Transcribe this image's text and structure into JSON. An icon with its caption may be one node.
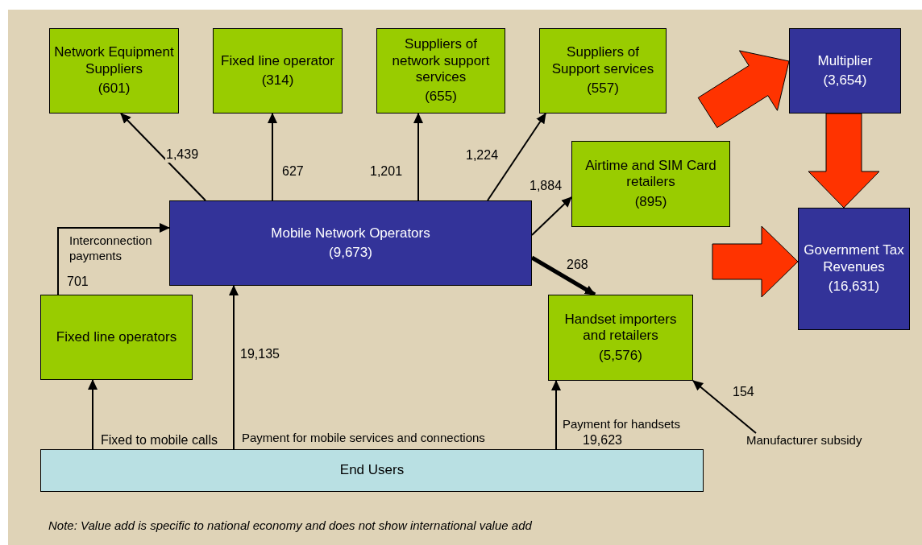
{
  "diagram": {
    "nodes": [
      {
        "text": [
          "Network Equipment Suppliers",
          "(601)"
        ]
      },
      {
        "text": [
          "Fixed line operator",
          "(314)"
        ]
      },
      {
        "text": [
          "Suppliers of network support services",
          "(655)"
        ]
      },
      {
        "text": [
          "Suppliers of Support services",
          "(557)"
        ]
      },
      {
        "text": [
          "Multiplier",
          "(3,654)"
        ]
      },
      {
        "text": [
          "Airtime and SIM Card retailers",
          "(895)"
        ]
      },
      {
        "text": [
          "Mobile Network Operators",
          "(9,673)"
        ]
      },
      {
        "text": [
          "Government Tax Revenues",
          "(16,631)"
        ]
      },
      {
        "text": [
          "Fixed line operators"
        ]
      },
      {
        "text": [
          "Handset importers and retailers",
          "(5,576)"
        ]
      },
      {
        "text": [
          "End Users"
        ]
      },
      {
        "text": [
          "Manufacturer subsidy"
        ]
      }
    ],
    "edges": [
      {
        "from": 6,
        "to": 0,
        "arrow": "to",
        "label": "1,439"
      },
      {
        "from": 6,
        "to": 1,
        "arrow": "to",
        "label": "627"
      },
      {
        "from": 6,
        "to": 2,
        "arrow": "to",
        "label": "1,201"
      },
      {
        "from": 6,
        "to": 3,
        "arrow": "to",
        "label": "1,224"
      },
      {
        "from": 6,
        "to": 5,
        "arrow": "to",
        "label": "1,884"
      },
      {
        "from": 6,
        "to": 9,
        "arrow": "to",
        "label": "268",
        "style": "thick"
      },
      {
        "from": 8,
        "to": 6,
        "arrow": "to",
        "label": "701"
      },
      {
        "from": 10,
        "to": 8,
        "arrow": "to",
        "label": "Fixed to mobile calls"
      },
      {
        "from": 10,
        "to": 6,
        "arrow": "to",
        "label": "19,135"
      },
      {
        "from": 10,
        "to": 9,
        "arrow": "to",
        "label": "19,623"
      },
      {
        "from": 11,
        "to": 9,
        "arrow": "to",
        "label": "154"
      },
      {
        "from": null,
        "to": 4,
        "arrow": "to",
        "style": "thick",
        "color": "#ff3300"
      },
      {
        "from": 4,
        "to": 7,
        "arrow": "to",
        "style": "thick",
        "color": "#ff3300"
      },
      {
        "from": null,
        "to": 7,
        "arrow": "to",
        "style": "thick",
        "color": "#ff3300"
      }
    ],
    "labels": [
      "Interconnection payments",
      "Payment for mobile services and connections",
      "Payment for handsets",
      "Note: Value add is specific to national  economy and does not show international value add"
    ]
  }
}
